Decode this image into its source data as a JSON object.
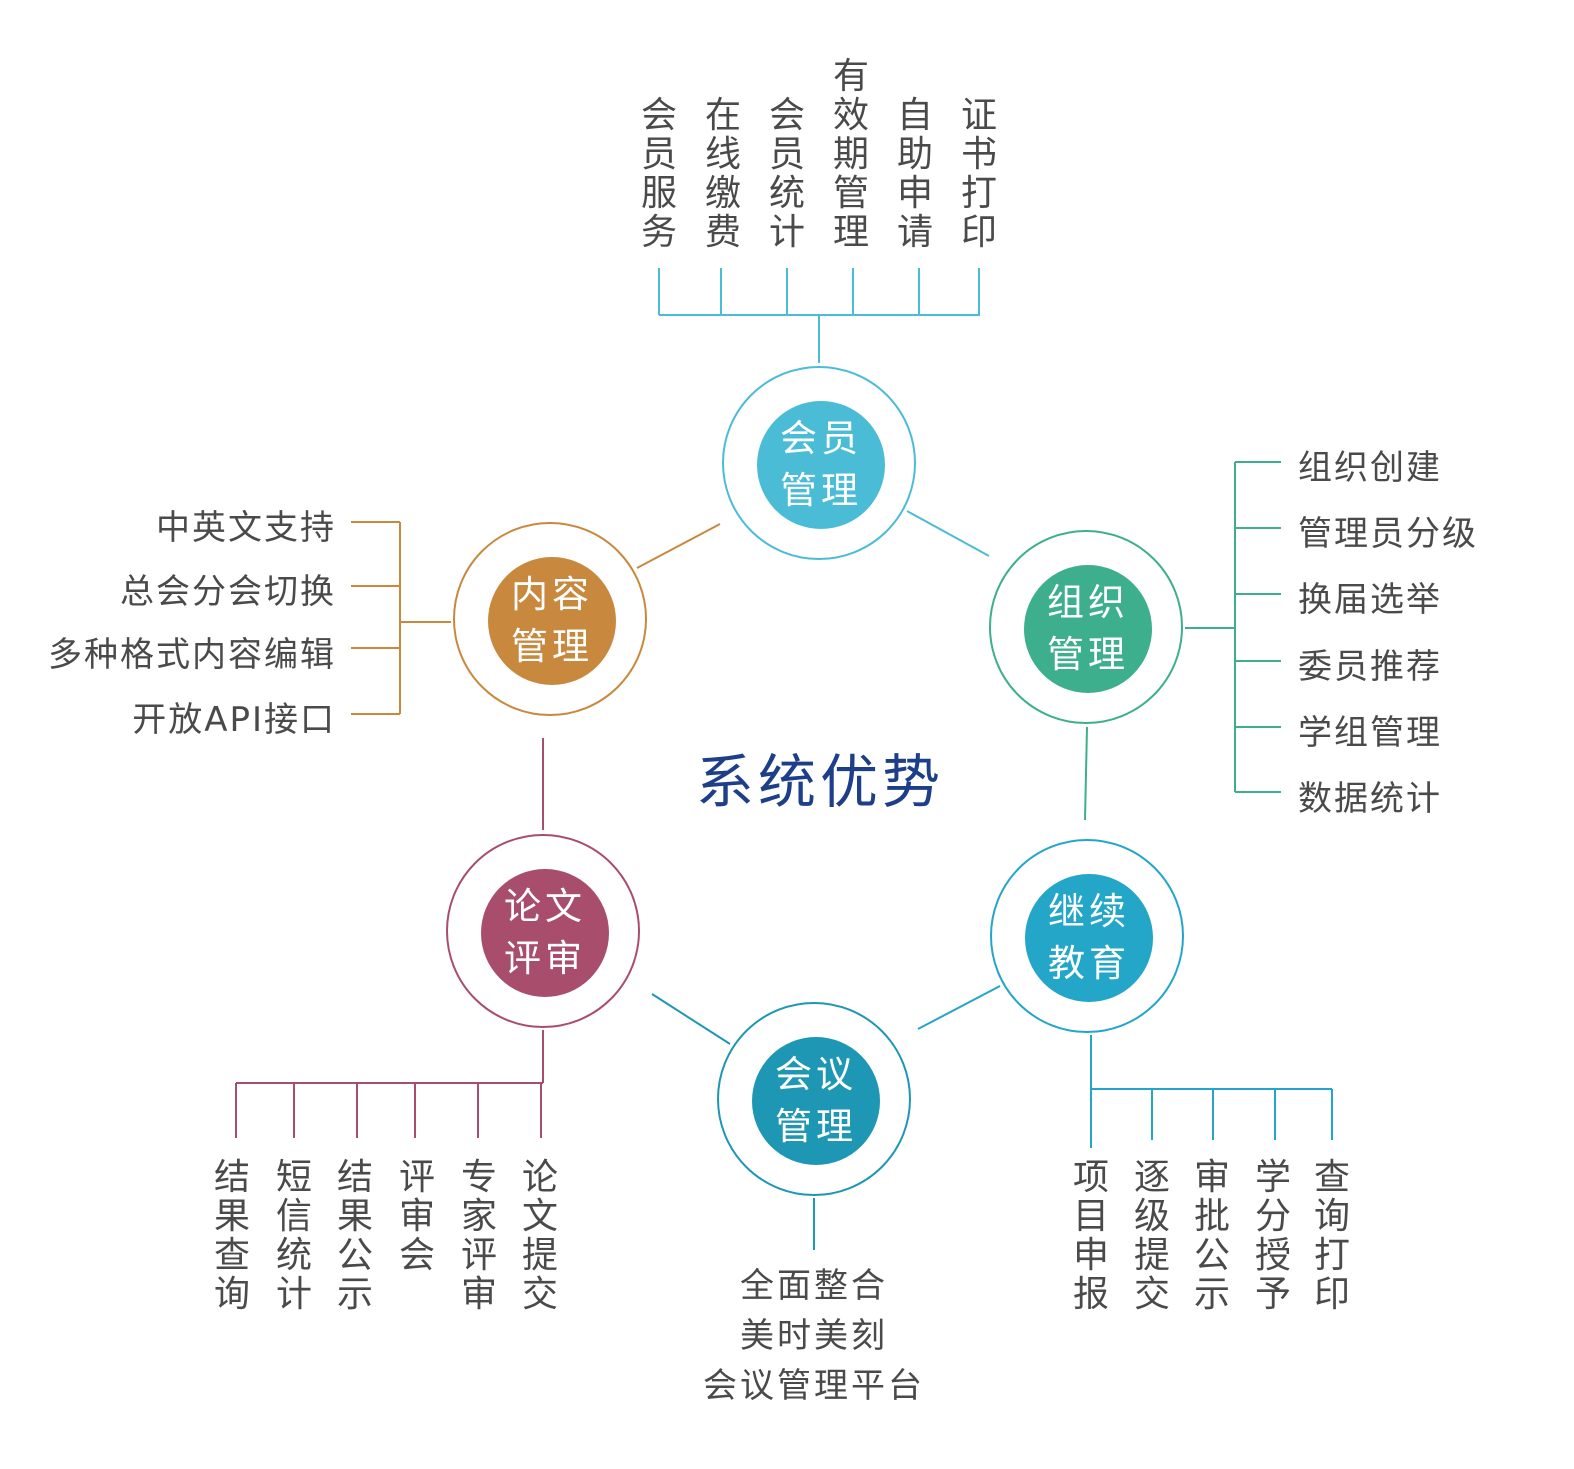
{
  "title": "系统优势",
  "colors": {
    "member": "#4bbcd6",
    "org": "#3daf8d",
    "edu": "#23a6c8",
    "meeting": "#1e97b5",
    "paper": "#a84e6c",
    "content": "#c8893e",
    "title": "#1d3f8a"
  },
  "nodes": {
    "member": {
      "line1": "会员",
      "line2": "管理",
      "items": [
        "会员服务",
        "在线缴费",
        "会员统计",
        "有效期管理",
        "自助申请",
        "证书打印"
      ]
    },
    "org": {
      "line1": "组织",
      "line2": "管理",
      "items": [
        "组织创建",
        "管理员分级",
        "换届选举",
        "委员推荐",
        "学组管理",
        "数据统计"
      ]
    },
    "edu": {
      "line1": "继续",
      "line2": "教育",
      "items": [
        "项目申报",
        "逐级提交",
        "审批公示",
        "学分授予",
        "查询打印"
      ]
    },
    "meeting": {
      "line1": "会议",
      "line2": "管理",
      "items": [
        "全面整合",
        "美时美刻",
        "会议管理平台"
      ]
    },
    "paper": {
      "line1": "论文",
      "line2": "评审",
      "items": [
        "结果查询",
        "短信统计",
        "结果公示",
        "评审会",
        "专家评审",
        "论文提交"
      ]
    },
    "content": {
      "line1": "内容",
      "line2": "管理",
      "items": [
        "中英文支持",
        "总会分会切换",
        "多种格式内容编辑",
        "开放API接口"
      ]
    }
  }
}
